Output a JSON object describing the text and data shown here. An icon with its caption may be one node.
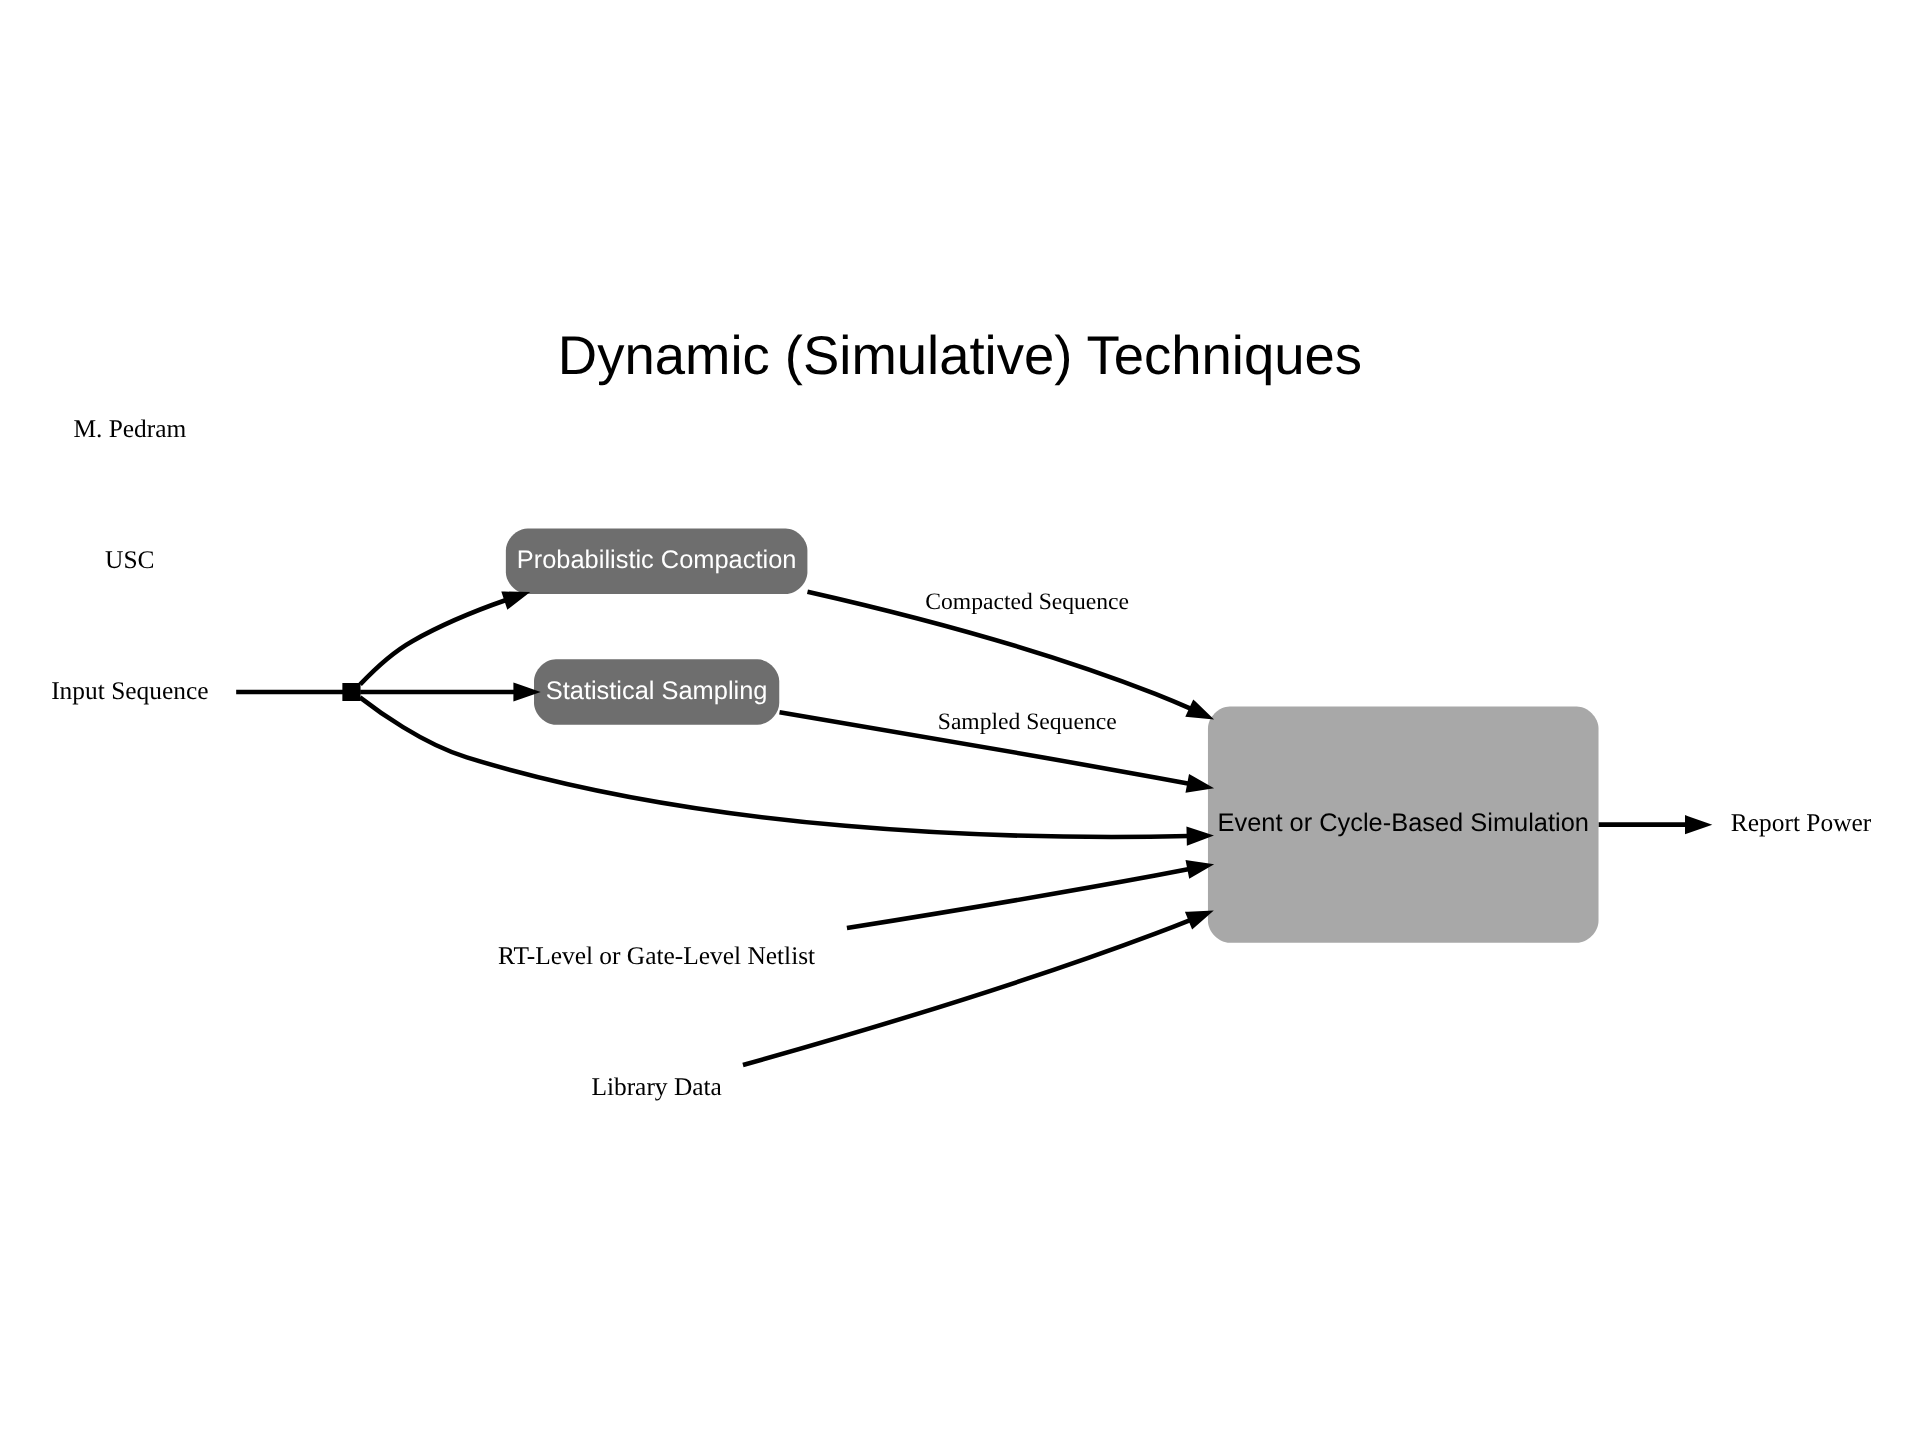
{
  "diagram": {
    "title": "Dynamic (Simulative) Techniques",
    "nodes": [
      {
        "text": [
          "Probabilistic Compaction"
        ]
      },
      {
        "text": [
          "Statistical Sampling"
        ]
      },
      {
        "text": [
          "Event or Cycle-Based Simulation"
        ]
      },
      {
        "text": [
          "Input Sequence"
        ]
      },
      {
        "text": [],
        "shape": "box"
      },
      {
        "text": [
          "RT-Level or Gate-Level Netlist"
        ]
      },
      {
        "text": [
          "Library Data"
        ]
      },
      {
        "text": [
          "Report Power"
        ]
      }
    ],
    "edges": [
      {
        "from": 3,
        "to": 4,
        "arrow": "none"
      },
      {
        "from": 4,
        "to": 0,
        "arrow": "to"
      },
      {
        "from": 4,
        "to": 2,
        "arrow": "to"
      },
      {
        "from": 4,
        "to": 1,
        "arrow": "to"
      },
      {
        "from": 0,
        "to": 2,
        "arrow": "to",
        "label": "Compacted Sequence"
      },
      {
        "from": 1,
        "to": 2,
        "arrow": "to",
        "label": "Sampled Sequence"
      },
      {
        "from": 5,
        "to": 2,
        "arrow": "to"
      },
      {
        "from": 6,
        "to": 2,
        "arrow": "to"
      },
      {
        "from": 2,
        "to": 7,
        "arrow": "to"
      }
    ],
    "labels": [
      "USC",
      "M. Pedram"
    ]
  }
}
